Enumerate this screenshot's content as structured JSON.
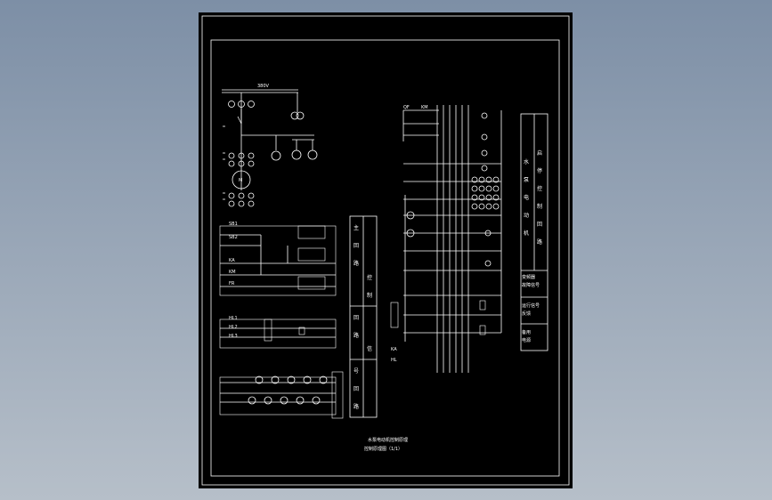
{
  "drawing": {
    "title_line1": "水泵电动机控制原理",
    "title_line2": "控制原理图（1/1）"
  },
  "left_table": {
    "cells": [
      "主",
      "回",
      "路",
      "控",
      "制",
      "回",
      "路",
      "信",
      "号",
      "回",
      "路"
    ]
  },
  "right_table": {
    "col1": [
      "水",
      "泵",
      "电",
      "动",
      "机"
    ],
    "col2": [
      "启",
      "停",
      "控",
      "制",
      "回",
      "路"
    ],
    "rows": [
      [
        "变频器",
        "故障信号"
      ],
      [
        "运行信号",
        "反馈"
      ],
      [
        "备用",
        "电源"
      ]
    ]
  },
  "labels": {
    "bus": "380V",
    "motor": "M",
    "contact_tags": [
      "QF",
      "KM",
      "FR",
      "SB1",
      "SB2",
      "KA",
      "HL"
    ]
  }
}
